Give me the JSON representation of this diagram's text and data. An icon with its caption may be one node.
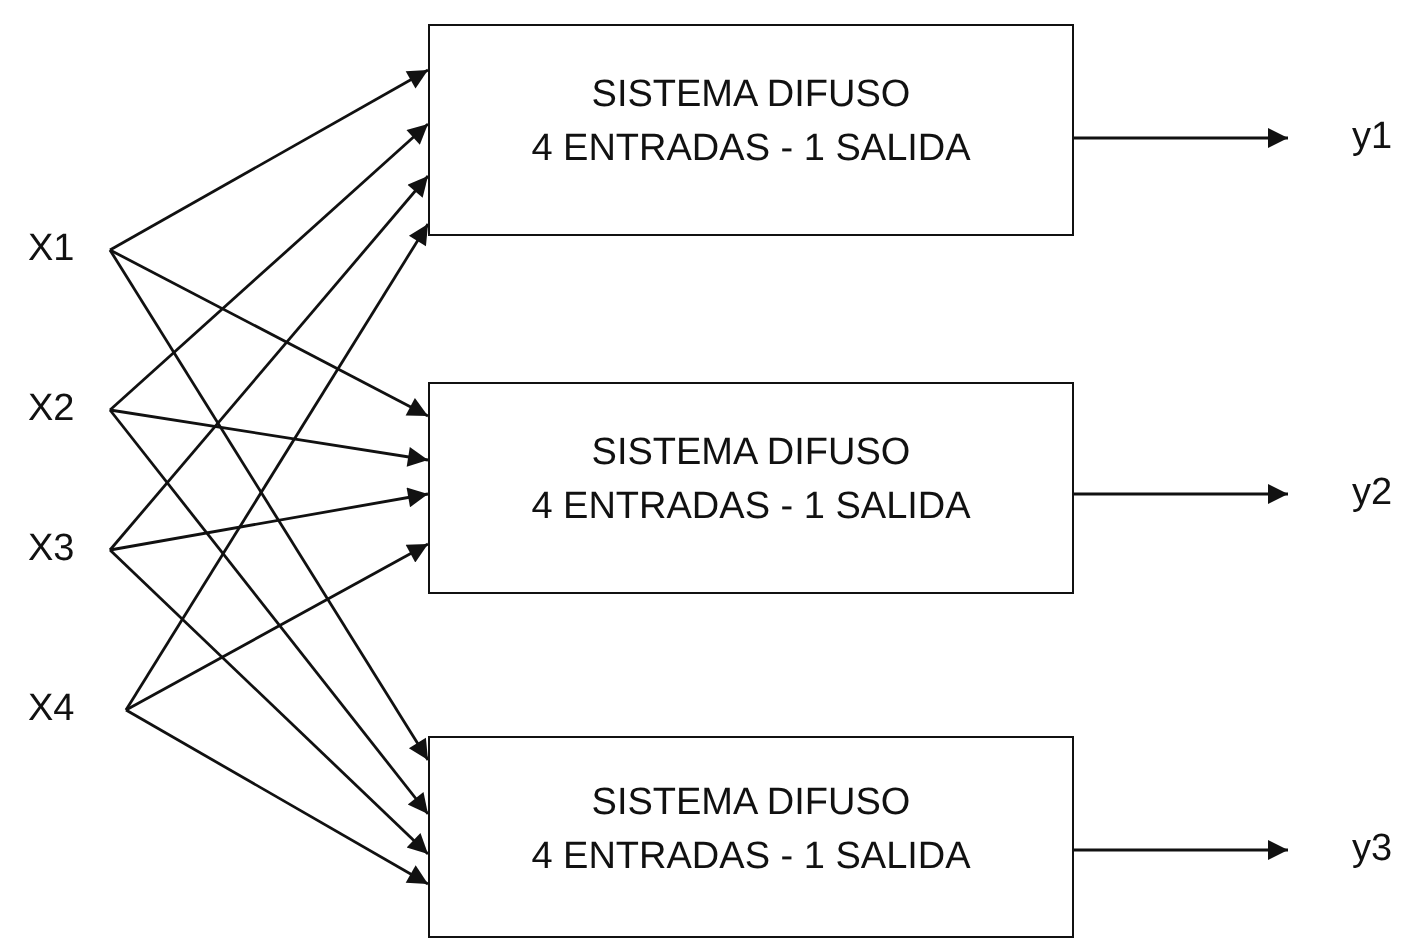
{
  "diagram": {
    "nodes": [
      {
        "text": [
          "X1"
        ]
      },
      {
        "text": [
          "X2"
        ]
      },
      {
        "text": [
          "X3"
        ]
      },
      {
        "text": [
          "X4"
        ]
      },
      {
        "text": [
          "SISTEMA DIFUSO",
          "4 ENTRADAS - 1 SALIDA"
        ]
      },
      {
        "text": [
          "SISTEMA DIFUSO",
          "4 ENTRADAS - 1 SALIDA"
        ]
      },
      {
        "text": [
          "SISTEMA DIFUSO",
          "4 ENTRADAS - 1 SALIDA"
        ]
      },
      {
        "text": [
          "y1"
        ]
      },
      {
        "text": [
          "y2"
        ]
      },
      {
        "text": [
          "y3"
        ]
      }
    ],
    "edges": [
      {
        "from": 0,
        "to": 4,
        "arrow": "to"
      },
      {
        "from": 1,
        "to": 4,
        "arrow": "to"
      },
      {
        "from": 2,
        "to": 4,
        "arrow": "to"
      },
      {
        "from": 3,
        "to": 4,
        "arrow": "to"
      },
      {
        "from": 0,
        "to": 5,
        "arrow": "to"
      },
      {
        "from": 1,
        "to": 5,
        "arrow": "to"
      },
      {
        "from": 2,
        "to": 5,
        "arrow": "to"
      },
      {
        "from": 3,
        "to": 5,
        "arrow": "to"
      },
      {
        "from": 0,
        "to": 6,
        "arrow": "to"
      },
      {
        "from": 1,
        "to": 6,
        "arrow": "to"
      },
      {
        "from": 2,
        "to": 6,
        "arrow": "to"
      },
      {
        "from": 3,
        "to": 6,
        "arrow": "to"
      },
      {
        "from": 4,
        "to": 7,
        "arrow": "to"
      },
      {
        "from": 5,
        "to": 8,
        "arrow": "to"
      },
      {
        "from": 6,
        "to": 9,
        "arrow": "to"
      }
    ]
  }
}
